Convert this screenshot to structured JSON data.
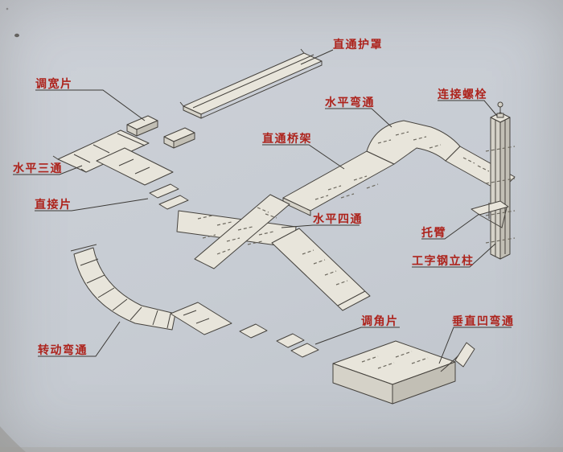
{
  "figure": {
    "type": "isometric-assembly-diagram",
    "subject": "cable-tray-bridge-system",
    "colors": {
      "paper": "#cdd1d8",
      "label": "#ad231c",
      "line": "#45423d",
      "piece": "#e8e5db",
      "shade": "#d5d2c8",
      "dark": "#c2bfb5",
      "hatch": "#6e6a60",
      "leader": "#3c3a36"
    }
  },
  "labels": [
    {
      "id": "straight-cover",
      "text": "直通护罩"
    },
    {
      "id": "width-adjust-piece",
      "text": "调宽片"
    },
    {
      "id": "horizontal-bend",
      "text": "水平弯通"
    },
    {
      "id": "connecting-bolt",
      "text": "连接螺栓"
    },
    {
      "id": "straight-tray",
      "text": "直通桥架"
    },
    {
      "id": "horizontal-tee",
      "text": "水平三通"
    },
    {
      "id": "direct-piece",
      "text": "直接片"
    },
    {
      "id": "horizontal-cross",
      "text": "水平四通"
    },
    {
      "id": "bracket-arm",
      "text": "托臂"
    },
    {
      "id": "i-beam-column",
      "text": "工字钢立柱"
    },
    {
      "id": "angle-adjust-piece",
      "text": "调角片"
    },
    {
      "id": "vertical-concave-bend",
      "text": "垂直凹弯通"
    },
    {
      "id": "rotating-bend",
      "text": "转动弯通"
    }
  ]
}
